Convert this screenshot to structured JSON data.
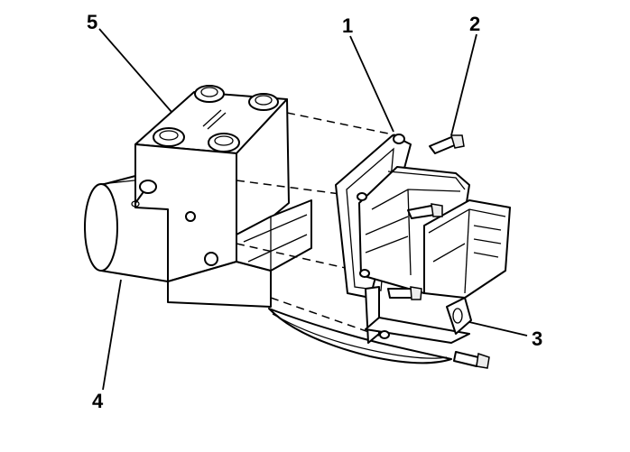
{
  "diagram": {
    "callouts": [
      {
        "id": "callout-1",
        "label": "1"
      },
      {
        "id": "callout-2",
        "label": "2"
      },
      {
        "id": "callout-3",
        "label": "3"
      },
      {
        "id": "callout-4",
        "label": "4"
      },
      {
        "id": "callout-5",
        "label": "5"
      }
    ]
  }
}
